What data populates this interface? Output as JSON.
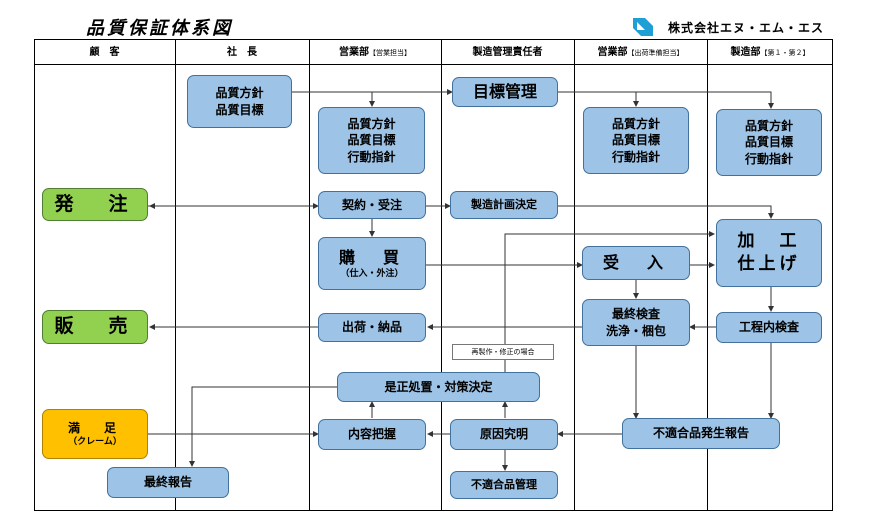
{
  "title": "品質保証体系図",
  "company": "株式会社エヌ・エム・エス",
  "columns": [
    {
      "label": "顧　客",
      "sub": ""
    },
    {
      "label": "社　長",
      "sub": ""
    },
    {
      "label": "営業部",
      "sub": "【営業担当】"
    },
    {
      "label": "製造管理責任者",
      "sub": ""
    },
    {
      "label": "営業部",
      "sub": "【出荷準備担当】"
    },
    {
      "label": "製造部",
      "sub": "【第１・第２】"
    }
  ],
  "boxes": {
    "policy_president": "品質方針\n品質目標",
    "policy_sales": "品質方針\n品質目標\n行動指針",
    "goal_management": "目標管理",
    "policy_shipping": "品質方針\n品質目標\n行動指針",
    "policy_manufacturing": "品質方針\n品質目標\n行動指針",
    "order": "発　注",
    "contract": "契約・受注",
    "production_plan": "製造計画決定",
    "purchase_title": "購　買",
    "purchase_sub": "（仕入・外注）",
    "receiving": "受　入",
    "processing": "加　工\n仕上げ",
    "sales": "販　売",
    "shipping": "出荷・納品",
    "final_inspection": "最終検査\n洗浄・梱包",
    "inprocess_inspection": "工程内検査",
    "correction": "是正処置・対策決定",
    "complaint_title": "満　足",
    "complaint_sub": "（クレーム）",
    "understanding": "内容把握",
    "root_cause": "原因究明",
    "nonconformity_report": "不適合品発生報告",
    "final_report": "最終報告",
    "nonconforming_mgmt": "不適合品管理"
  },
  "note": "再製作・修正の場合",
  "colors": {
    "box_fill": "#9dc3e6",
    "box_border": "#41719c",
    "customer_fill": "#92d050",
    "complaint_fill": "#ffc000",
    "logo": "#1f9fd6"
  }
}
